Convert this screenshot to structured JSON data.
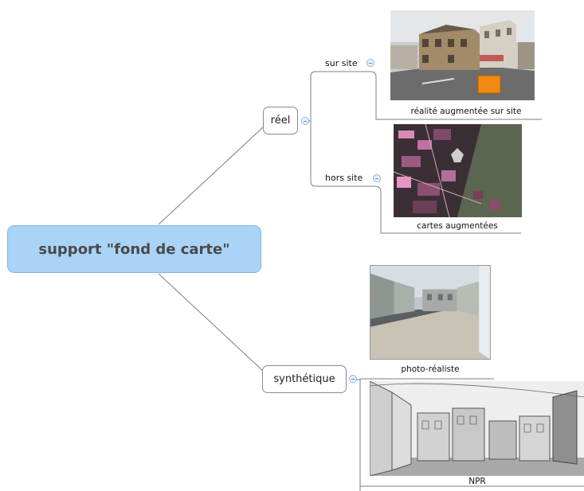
{
  "root": {
    "label": "support \"fond de carte\""
  },
  "branches": [
    {
      "label": "réel",
      "children": [
        {
          "label": "sur site",
          "image_caption": "réalité augmentée sur site"
        },
        {
          "label": "hors site",
          "image_caption": "cartes augmentées"
        }
      ]
    },
    {
      "label": "synthétique",
      "children": [
        {
          "image_caption": "photo-réaliste"
        },
        {
          "image_caption": "NPR"
        }
      ]
    }
  ],
  "colors": {
    "root_fill": "#a9d3f7",
    "line": "#7d7d7d",
    "collapse": "#8db2e6"
  },
  "icons": {
    "collapse": "minus-circle-icon"
  }
}
